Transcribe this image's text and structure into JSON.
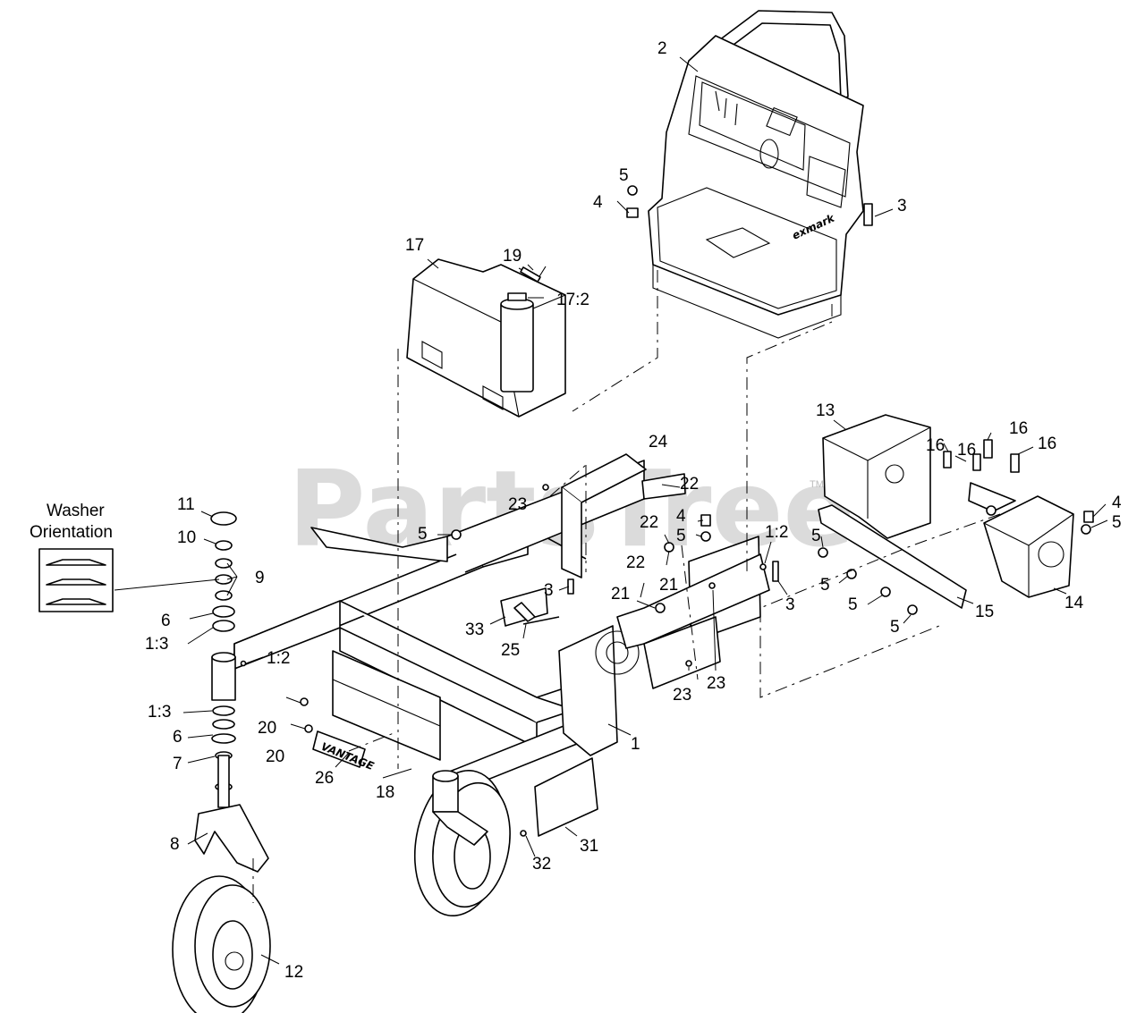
{
  "watermark": {
    "text": "PartsTree",
    "mark": "TM"
  },
  "legend": {
    "line1": "Washer",
    "line2": "Orientation"
  },
  "logos": {
    "frame": "VANTAGE",
    "console": "exmark"
  },
  "colors": {
    "line": "#000000",
    "watermark": "#cfcfcf",
    "background": "#ffffff"
  },
  "callouts": [
    {
      "id": "c2",
      "label": "2"
    },
    {
      "id": "c5a",
      "label": "5"
    },
    {
      "id": "c4a",
      "label": "4"
    },
    {
      "id": "c3a",
      "label": "3"
    },
    {
      "id": "c17",
      "label": "17"
    },
    {
      "id": "c19",
      "label": "19"
    },
    {
      "id": "c17-2",
      "label": "17:2"
    },
    {
      "id": "c13",
      "label": "13"
    },
    {
      "id": "c16a",
      "label": "16"
    },
    {
      "id": "c16b",
      "label": "16"
    },
    {
      "id": "c16c",
      "label": "16"
    },
    {
      "id": "c16d",
      "label": "16"
    },
    {
      "id": "c24",
      "label": "24"
    },
    {
      "id": "c22a",
      "label": "22"
    },
    {
      "id": "c23a",
      "label": "23"
    },
    {
      "id": "c11",
      "label": "11"
    },
    {
      "id": "c10",
      "label": "10"
    },
    {
      "id": "c9",
      "label": "9"
    },
    {
      "id": "c6a",
      "label": "6"
    },
    {
      "id": "c1-3a",
      "label": "1:3"
    },
    {
      "id": "c1-2a",
      "label": "1:2"
    },
    {
      "id": "c1-3b",
      "label": "1:3"
    },
    {
      "id": "c6b",
      "label": "6"
    },
    {
      "id": "c7",
      "label": "7"
    },
    {
      "id": "c8",
      "label": "8"
    },
    {
      "id": "c12",
      "label": "12"
    },
    {
      "id": "c5b",
      "label": "5"
    },
    {
      "id": "c3b",
      "label": "3"
    },
    {
      "id": "c33",
      "label": "33"
    },
    {
      "id": "c25",
      "label": "25"
    },
    {
      "id": "c22b",
      "label": "22"
    },
    {
      "id": "c21a",
      "label": "21"
    },
    {
      "id": "c22c",
      "label": "22"
    },
    {
      "id": "c21b",
      "label": "21"
    },
    {
      "id": "c4b",
      "label": "4"
    },
    {
      "id": "c5c",
      "label": "5"
    },
    {
      "id": "c1-2b",
      "label": "1:2"
    },
    {
      "id": "c3c",
      "label": "3"
    },
    {
      "id": "c23b",
      "label": "23"
    },
    {
      "id": "c23c",
      "label": "23"
    },
    {
      "id": "c20a",
      "label": "20"
    },
    {
      "id": "c20b",
      "label": "20"
    },
    {
      "id": "c26",
      "label": "26"
    },
    {
      "id": "c18",
      "label": "18"
    },
    {
      "id": "c1",
      "label": "1"
    },
    {
      "id": "c31",
      "label": "31"
    },
    {
      "id": "c32",
      "label": "32"
    },
    {
      "id": "c5d",
      "label": "5"
    },
    {
      "id": "c5e",
      "label": "5"
    },
    {
      "id": "c5f",
      "label": "5"
    },
    {
      "id": "c5g",
      "label": "5"
    },
    {
      "id": "c15",
      "label": "15"
    },
    {
      "id": "c4c",
      "label": "4"
    },
    {
      "id": "c5h",
      "label": "5"
    },
    {
      "id": "c14",
      "label": "14"
    }
  ]
}
